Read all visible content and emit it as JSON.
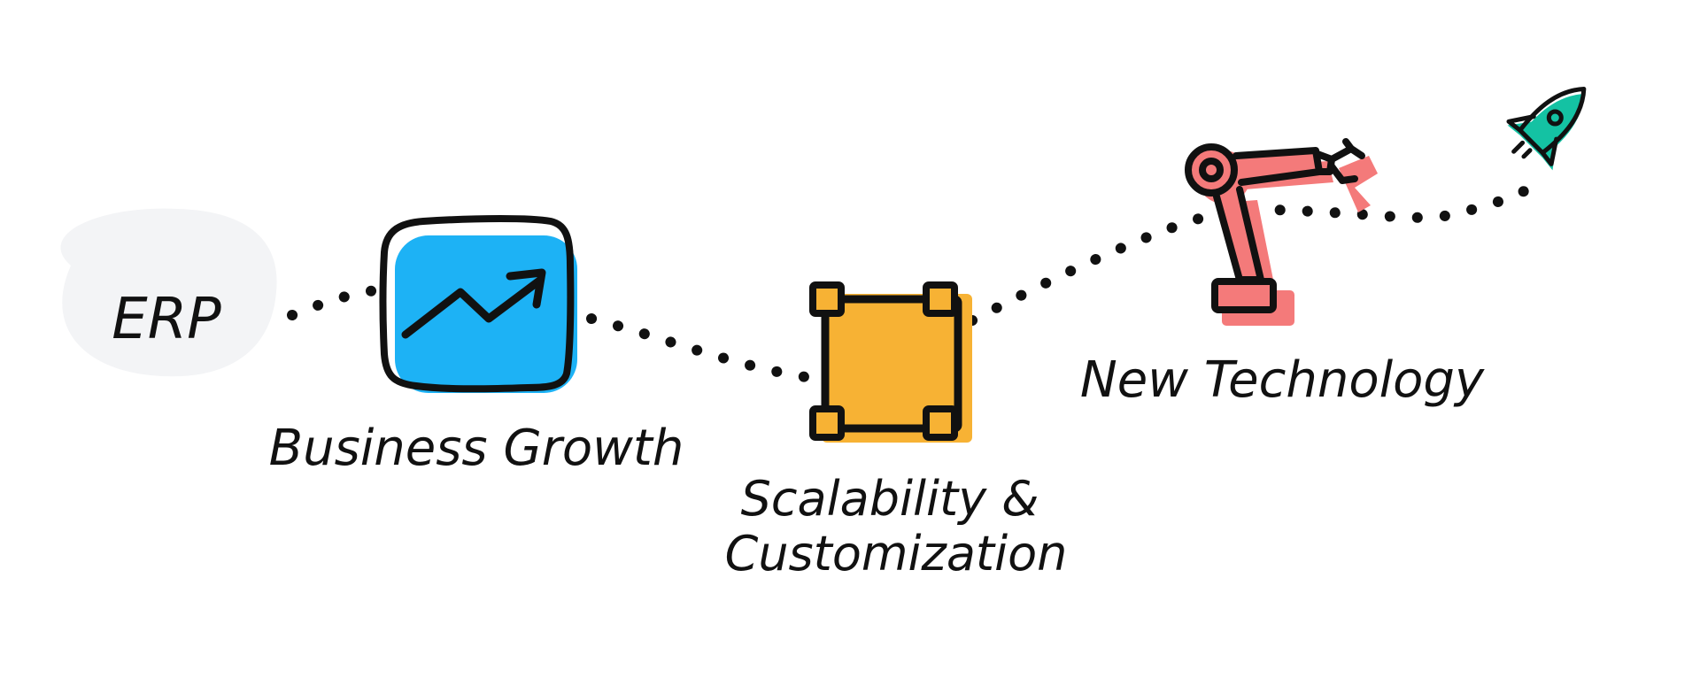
{
  "nodes": {
    "erp": {
      "label": "ERP"
    },
    "business_growth": {
      "label": "Business Growth",
      "icon": "trend-chart-icon"
    },
    "scalability": {
      "label_line1": "Scalability &",
      "label_line2": "Customization",
      "icon": "resize-frame-icon"
    },
    "new_technology": {
      "label": "New Technology",
      "icon": "robot-arm-icon"
    },
    "rocket": {
      "icon": "rocket-icon"
    }
  },
  "colors": {
    "ink": "#111111",
    "erp_blob": "#f3f4f6",
    "blue": "#1db2f5",
    "orange": "#f7b234",
    "coral": "#f47a7a",
    "teal": "#14c2a3"
  }
}
